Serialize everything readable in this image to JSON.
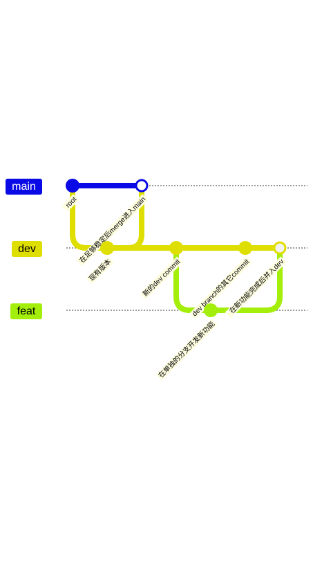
{
  "colors": {
    "main": "#0a0ae6",
    "dev": "#dede00",
    "feat": "#a3ee0a",
    "label_bg": "#fdfde0",
    "hollow_fill": "#ffffff",
    "hollow_fill_feat": "#f2f2f2",
    "dotted": "#333333"
  },
  "branches": [
    {
      "id": "main",
      "label": "main",
      "color": "#0a0ae6",
      "text_color": "#ffffff"
    },
    {
      "id": "dev",
      "label": "dev",
      "color": "#dede00",
      "text_color": "#000000"
    },
    {
      "id": "feat",
      "label": "feat",
      "color": "#a3ee0a",
      "text_color": "#000000"
    }
  ],
  "commits": [
    {
      "id": "c0",
      "branch": "main",
      "message": "root",
      "type": "normal"
    },
    {
      "id": "c1",
      "branch": "dev",
      "message": "现有版本",
      "type": "normal"
    },
    {
      "id": "c2",
      "branch": "dev",
      "message": "新的dev commit",
      "type": "normal"
    },
    {
      "id": "c3",
      "branch": "feat",
      "message": "在单独的分支开发新功能",
      "type": "normal"
    },
    {
      "id": "c4",
      "branch": "dev",
      "message": "dev branch的其它commit",
      "type": "normal"
    },
    {
      "id": "c5",
      "branch": "dev",
      "message": "在新功能完成后并入dev",
      "type": "merge"
    },
    {
      "id": "c6",
      "branch": "main",
      "message": "在足够稳定后merge进入main",
      "type": "merge"
    }
  ]
}
